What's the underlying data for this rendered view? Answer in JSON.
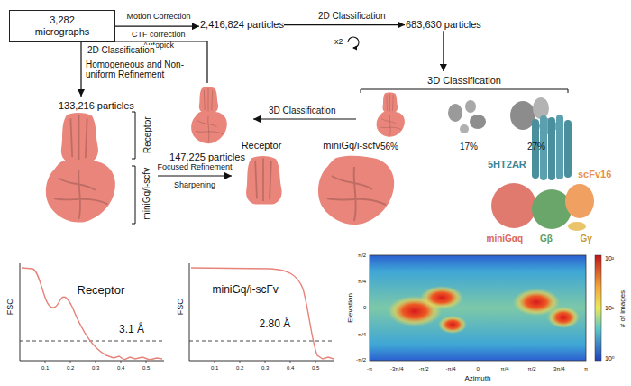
{
  "diagram": {
    "nodes": [
      {
        "text": [
          "3,282 micrographs"
        ]
      },
      {
        "text": [
          "2,416,824 particles"
        ]
      },
      {
        "text": [
          "683,630 particles"
        ]
      },
      {
        "text": [
          "3D Classification"
        ]
      },
      {
        "text": [
          "147,225 particles"
        ]
      },
      {
        "text": [
          "133,216 particles"
        ]
      },
      {
        "text": [
          "Receptor"
        ]
      },
      {
        "text": [
          "miniGq/i-scfv"
        ]
      }
    ],
    "edges": [
      {
        "from": 0,
        "to": 1,
        "arrow": "to"
      },
      {
        "from": 1,
        "to": 2,
        "label": "2D Classification",
        "arrow": "to"
      },
      {
        "from": 2,
        "to": 3,
        "arrow": "to"
      },
      {
        "from": 3,
        "to": 4,
        "label": "3D Classification",
        "arrow": "to"
      },
      {
        "from": 4,
        "to": 5,
        "label": "2D Classification",
        "arrow": "to"
      },
      {
        "from": 5,
        "to": 6,
        "label": "Focused Refinement",
        "arrow": "to"
      }
    ],
    "labels": [
      "Motion Correction",
      "CTF correction",
      "Autopick",
      "x2",
      "56%",
      "17%",
      "27%",
      "Homogeneous and Non-uniform Refinement",
      "Receptor",
      "miniGq/i-scfv",
      "Sharpening",
      "5HT2AR",
      "scFv16",
      "miniGαq",
      "Gβ",
      "Gγ",
      "FSC",
      "Receptor",
      "3.1 Å",
      "FSC",
      "miniGq/i-scFv",
      "2.80 Å",
      "0.1",
      "0.2",
      "0.3",
      "0.4",
      "0.5",
      "0.1",
      "0.2",
      "0.3",
      "0.4",
      "0.5",
      "π/2",
      "π/4",
      "0",
      "-π/4",
      "-π/2",
      "Elevation",
      "-π",
      "-3π/4",
      "-π/2",
      "-π/4",
      "0",
      "π/4",
      "π/2",
      "3π/4",
      "π",
      "Azimuth",
      "# of images",
      "10²",
      "10¹",
      "10⁰"
    ]
  }
}
